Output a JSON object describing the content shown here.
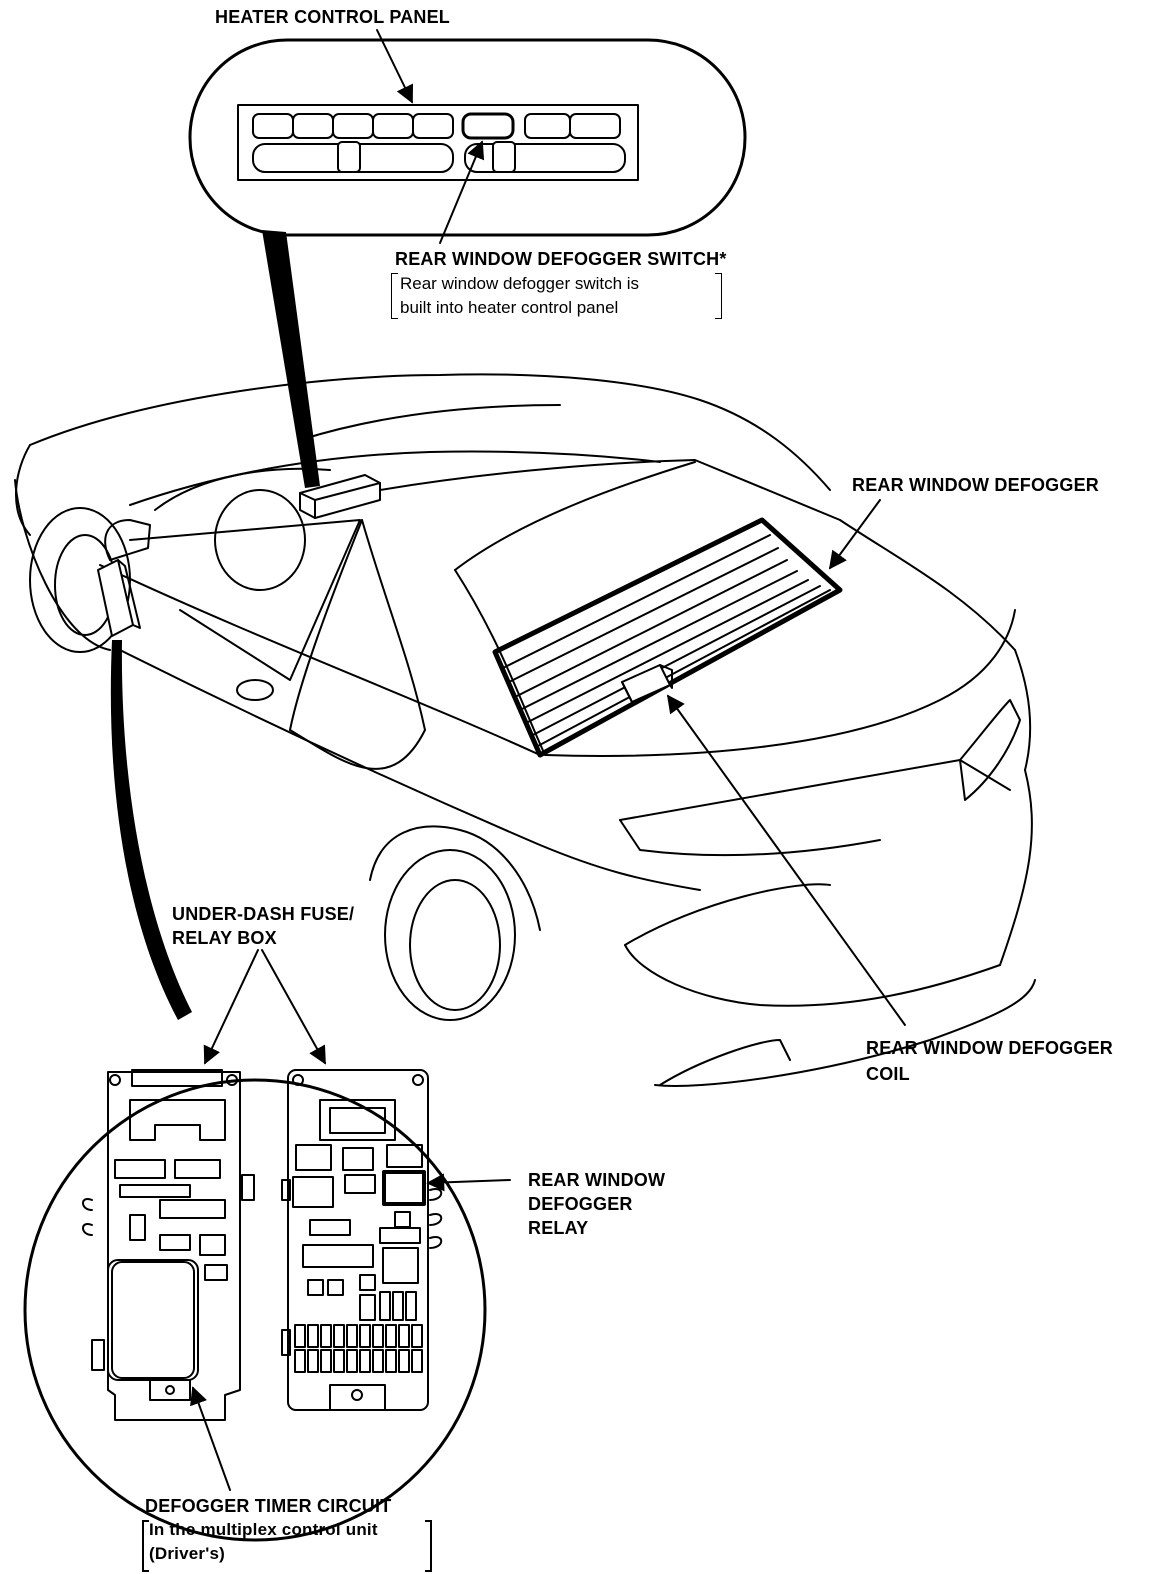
{
  "labels": {
    "heater_panel": "HEATER CONTROL PANEL",
    "switch_title": "REAR WINDOW DEFOGGER SWITCH*",
    "switch_note_1": "Rear window defogger switch is",
    "switch_note_2": "built into heater control panel",
    "rear_defogger": "REAR WINDOW DEFOGGER",
    "coil_1": "REAR WINDOW DEFOGGER",
    "coil_2": "COIL",
    "fuse_box_1": "UNDER-DASH FUSE/",
    "fuse_box_2": "RELAY BOX",
    "relay_1": "REAR WINDOW",
    "relay_2": "DEFOGGER",
    "relay_3": "RELAY",
    "timer_1": "DEFOGGER TIMER CIRCUIT",
    "timer_2": "In the multiplex control unit",
    "timer_3": "(Driver's)"
  },
  "colors": {
    "line": "#000000",
    "background": "#ffffff"
  }
}
